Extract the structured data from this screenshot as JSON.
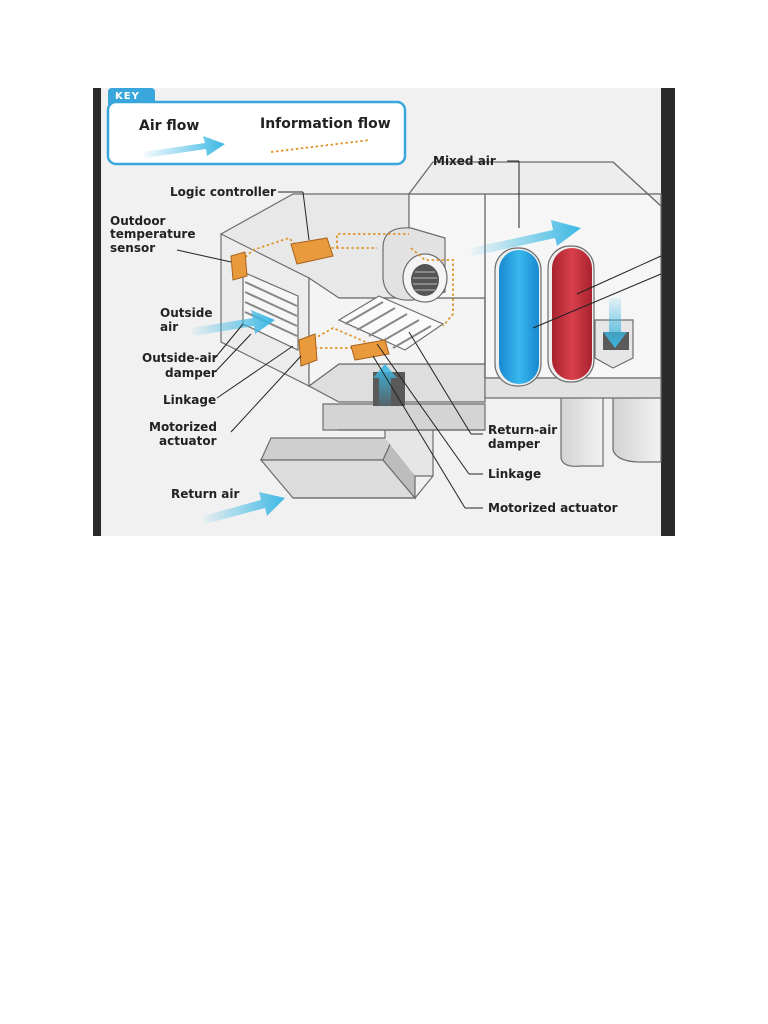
{
  "key": {
    "tag": "KEY",
    "air_flow": "Air flow",
    "information_flow": "Information flow"
  },
  "labels": {
    "mixed_air": "Mixed air",
    "logic_controller": "Logic controller",
    "outdoor_sensor": [
      "Outdoor",
      "temperature",
      "sensor"
    ],
    "outside_air": [
      "Outside",
      "air"
    ],
    "outside_air_damper": [
      "Outside-air",
      "damper"
    ],
    "linkage_left": "Linkage",
    "motorized_actuator_left": [
      "Motorized",
      "actuator"
    ],
    "return_air": "Return air",
    "return_air_damper": [
      "Return-air",
      "damper"
    ],
    "linkage_right": "Linkage",
    "motorized_actuator_right": "Motorized actuator"
  },
  "colors": {
    "air_flow": "#3cb8e4",
    "information_flow": "#e0962e",
    "key_border": "#3aa7dc",
    "cool_coil": "#1e9fe0",
    "heat_coil": "#c9303e",
    "component": "#e89a3c",
    "duct": "#e4e4e4",
    "frame": "#2a2a2a"
  }
}
